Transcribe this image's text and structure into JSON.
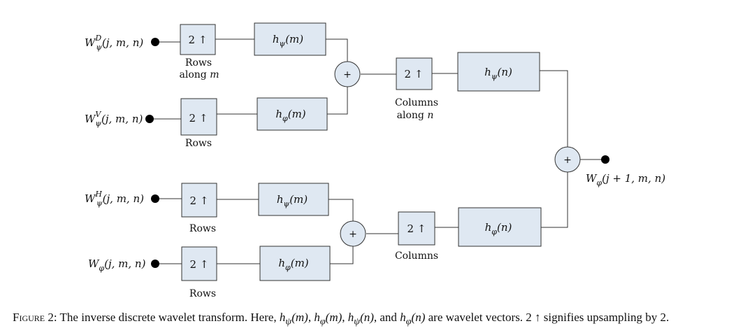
{
  "diagram": {
    "inputs": {
      "wd": {
        "base": "W",
        "sup": "D",
        "sub": "ψ",
        "args": "(j, m, n)"
      },
      "wv": {
        "base": "W",
        "sup": "V",
        "sub": "ψ",
        "args": "(j, m, n)"
      },
      "wh": {
        "base": "W",
        "sup": "H",
        "sub": "ψ",
        "args": "(j, m, n)"
      },
      "wphi": {
        "base": "W",
        "sub": "φ",
        "args": "(j, m, n)"
      }
    },
    "output": {
      "base": "W",
      "sub": "φ",
      "args": "(j + 1, m, n)"
    },
    "upsample_label": "2 ↑",
    "filters": {
      "h_psi_m": {
        "base": "h",
        "sub": "ψ",
        "args": "(m)"
      },
      "h_phi_m": {
        "base": "h",
        "sub": "φ",
        "args": "(m)"
      },
      "h_psi_n": {
        "base": "h",
        "sub": "ψ",
        "args": "(n)"
      },
      "h_phi_n": {
        "base": "h",
        "sub": "φ",
        "args": "(n)"
      }
    },
    "labels": {
      "rows_along_m_1": "Rows",
      "rows_along_m_2": "along",
      "rows_along_m_3": "m",
      "rows": "Rows",
      "columns_along_n_1": "Columns",
      "columns_along_n_2": "along",
      "columns_along_n_3": "n",
      "columns": "Columns"
    },
    "sum_symbol": "+"
  },
  "caption": {
    "label": "Figure 2:",
    "part1": " The inverse discrete wavelet transform. Here, ",
    "part2": ", and ",
    "part3": " are wavelet vectors. 2 ↑ signifies upsampling by 2.",
    "sep": ", "
  },
  "colors": {
    "box_fill": "#dfe8f2",
    "stroke": "#333333"
  }
}
